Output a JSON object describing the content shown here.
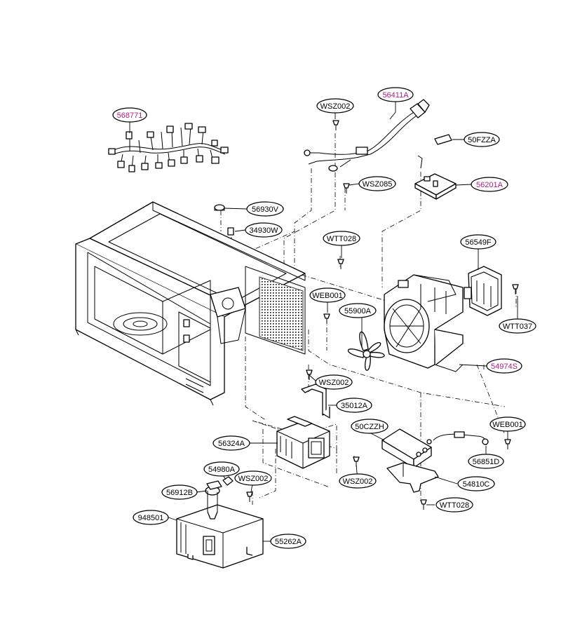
{
  "parts": [
    {
      "id": "p-568771",
      "code": "568771",
      "highlight": true
    },
    {
      "id": "p-56411A",
      "code": "56411A",
      "highlight": true
    },
    {
      "id": "p-WSZ002a",
      "code": "WSZ002",
      "highlight": false
    },
    {
      "id": "p-50FZZA",
      "code": "50FZZA",
      "highlight": false
    },
    {
      "id": "p-56201A",
      "code": "56201A",
      "highlight": true
    },
    {
      "id": "p-WSZ085",
      "code": "WSZ085",
      "highlight": false
    },
    {
      "id": "p-56930V",
      "code": "56930V",
      "highlight": false
    },
    {
      "id": "p-34930W",
      "code": "34930W",
      "highlight": false
    },
    {
      "id": "p-WTT028a",
      "code": "WTT028",
      "highlight": false
    },
    {
      "id": "p-56549F",
      "code": "56549F",
      "highlight": false
    },
    {
      "id": "p-WEB001a",
      "code": "WEB001",
      "highlight": false
    },
    {
      "id": "p-55900A",
      "code": "55900A",
      "highlight": false
    },
    {
      "id": "p-WTT037",
      "code": "WTT037",
      "highlight": false
    },
    {
      "id": "p-54974S",
      "code": "54974S",
      "highlight": true
    },
    {
      "id": "p-WSZ002b",
      "code": "WSZ002",
      "highlight": false
    },
    {
      "id": "p-35012A",
      "code": "35012A",
      "highlight": false
    },
    {
      "id": "p-50CZZH",
      "code": "50CZZH",
      "highlight": false
    },
    {
      "id": "p-WEB001b",
      "code": "WEB001",
      "highlight": false
    },
    {
      "id": "p-56324A",
      "code": "56324A",
      "highlight": false
    },
    {
      "id": "p-56851D",
      "code": "56851D",
      "highlight": false
    },
    {
      "id": "p-54980A",
      "code": "54980A",
      "highlight": false
    },
    {
      "id": "p-WSZ002c",
      "code": "WSZ002",
      "highlight": false
    },
    {
      "id": "p-WSZ002d",
      "code": "WSZ002",
      "highlight": false
    },
    {
      "id": "p-54810C",
      "code": "54810C",
      "highlight": false
    },
    {
      "id": "p-56912B",
      "code": "56912B",
      "highlight": false
    },
    {
      "id": "p-WTT028b",
      "code": "WTT028",
      "highlight": false
    },
    {
      "id": "p-948501",
      "code": "948501",
      "highlight": false
    },
    {
      "id": "p-55262A",
      "code": "55262A",
      "highlight": false
    }
  ],
  "colors": {
    "highlight": "#b0207e",
    "line": "#000000",
    "background": "#ffffff"
  }
}
